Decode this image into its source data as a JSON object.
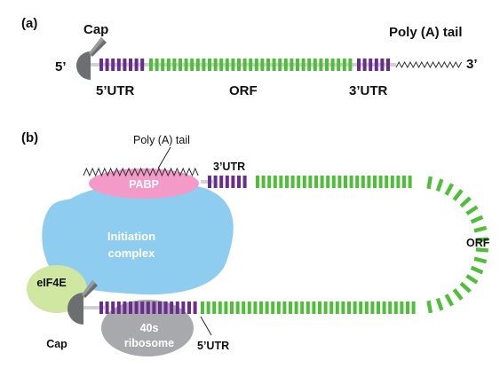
{
  "colors": {
    "utr_purple": "#6a2c8e",
    "orf_green": "#4fbf3a",
    "cap_gray": "#6d6e70",
    "backbone_gray": "#cfd1d3",
    "initiation_blue": "#8ecdf0",
    "pabp_pink": "#f39ac8",
    "eif4e_green": "#cfe7a0",
    "ribosome_gray": "#a7a9ac"
  },
  "panel_a": {
    "label": "(a)",
    "cap": "Cap",
    "five_prime": "5’",
    "three_prime": "3’",
    "poly_a_tail": "Poly (A) tail",
    "utr5": "5’UTR",
    "orf": "ORF",
    "utr3": "3’UTR"
  },
  "panel_b": {
    "label": "(b)",
    "poly_a_tail": "Poly (A) tail",
    "utr3": "3’UTR",
    "pabp": "PABP",
    "initiation_line1": "Initiation",
    "initiation_line2": "complex",
    "eif4e": "eIF4E",
    "cap": "Cap",
    "ribosome_line1": "40s",
    "ribosome_line2": "ribosome",
    "utr5": "5’UTR",
    "orf": "ORF"
  }
}
